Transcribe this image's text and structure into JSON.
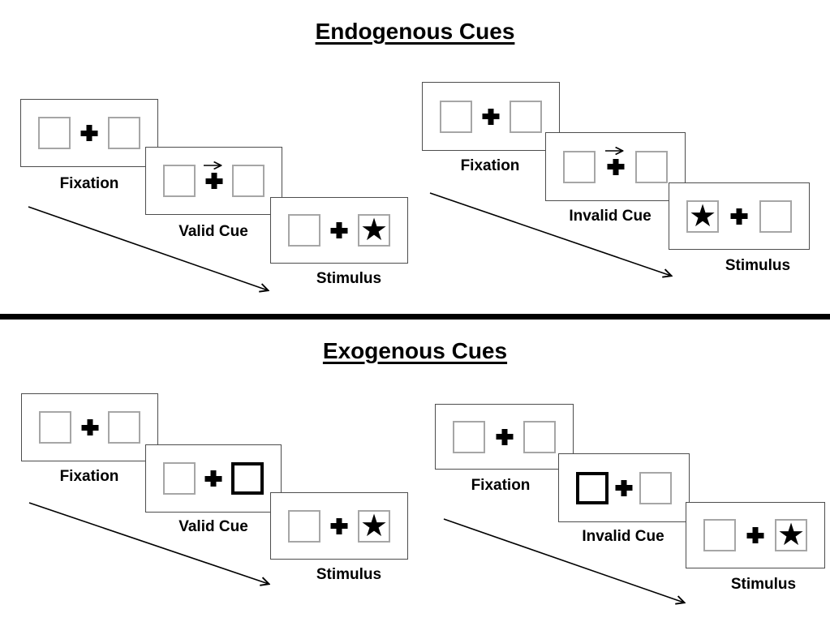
{
  "colors": {
    "ink": "#000000",
    "placeholder_box_border": "#a6a6a6",
    "screen_border": "#4d4d4d",
    "cue_box_border": "#000000",
    "background": "#ffffff"
  },
  "glyphs": {
    "star": "★",
    "fixation_cross": "plus-cross",
    "cue_arrow": "right-arrow",
    "timeline_arrow": "diagonal-right-down-arrow"
  },
  "sections": [
    {
      "title": "Endogenous Cues",
      "panels": [
        {
          "name": "valid",
          "cue_type": "central-arrow-pointing-right",
          "target_side": "right",
          "steps": [
            {
              "label": "Fixation"
            },
            {
              "label": "Valid Cue"
            },
            {
              "label": "Stimulus"
            }
          ]
        },
        {
          "name": "invalid",
          "cue_type": "central-arrow-pointing-right",
          "target_side": "left",
          "steps": [
            {
              "label": "Fixation"
            },
            {
              "label": "Invalid Cue"
            },
            {
              "label": "Stimulus"
            }
          ]
        }
      ]
    },
    {
      "title": "Exogenous Cues",
      "panels": [
        {
          "name": "valid",
          "cue_type": "thick-border-right-box",
          "target_side": "right",
          "steps": [
            {
              "label": "Fixation"
            },
            {
              "label": "Valid Cue"
            },
            {
              "label": "Stimulus"
            }
          ]
        },
        {
          "name": "invalid",
          "cue_type": "thick-border-left-box",
          "target_side": "right",
          "steps": [
            {
              "label": "Fixation"
            },
            {
              "label": "Invalid Cue"
            },
            {
              "label": "Stimulus"
            }
          ]
        }
      ]
    }
  ]
}
